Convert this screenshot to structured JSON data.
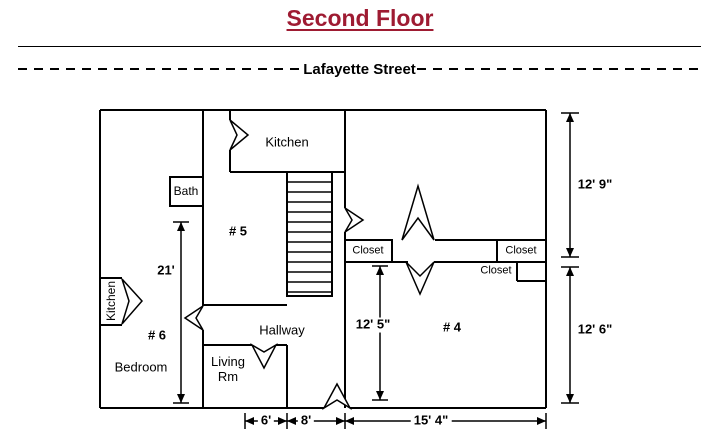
{
  "title": "Second Floor",
  "street_label": "Lafayette Street",
  "colors": {
    "title": "#9e1b32",
    "lines": "#000000"
  },
  "rooms": {
    "kitchen_top": "Kitchen",
    "bath": "Bath",
    "unit5": "# 5",
    "unit6": "# 6",
    "unit4": "# 4",
    "closet_mid": "Closet",
    "closet_right_top": "Closet",
    "closet_right_bottom": "Closet",
    "kitchen_left": "Kitchen",
    "bedroom": "Bedroom",
    "hallway": "Hallway",
    "living_rm": "Living Rm"
  },
  "dimensions": {
    "bedroom_depth": "21'",
    "unit4_left": "12' 5\"",
    "right_upper": "12' 9\"",
    "right_lower": "12' 6\"",
    "bottom_living": "6'",
    "bottom_hall": "8'",
    "bottom_unit4": "15' 4\""
  }
}
